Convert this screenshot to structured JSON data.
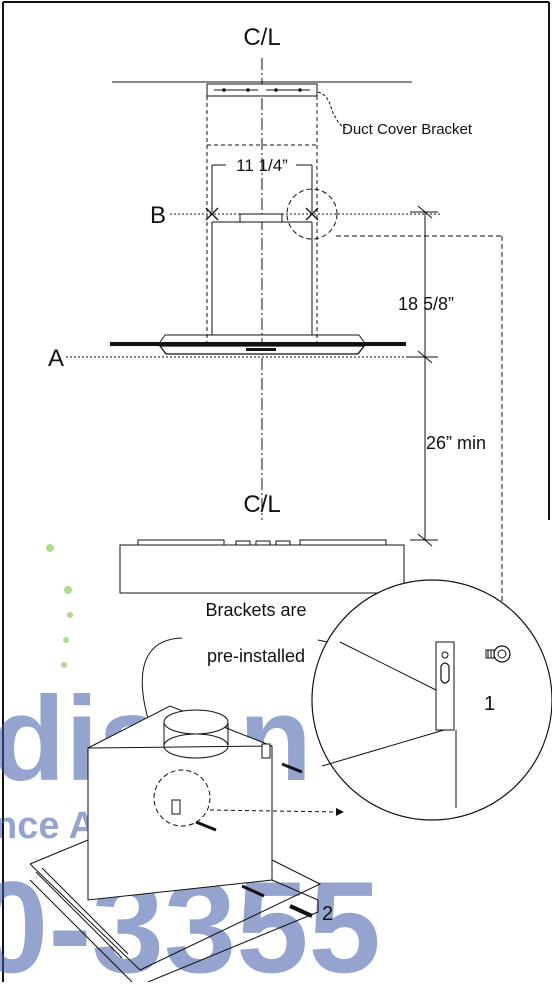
{
  "labels": {
    "centerline_top": "C/L",
    "centerline_bottom": "C/L",
    "duct_cover_bracket": "Duct Cover Bracket",
    "width_dim": "11 1/4”",
    "point_b": "B",
    "point_a": "A",
    "height_dim": "18 5/8”",
    "min_dim": "26” min",
    "brackets_line1": "Brackets are",
    "brackets_line2": "pre-installed",
    "step_1": "1",
    "step_2": "2"
  },
  "watermark": {
    "line1": "dison",
    "line2": "nce Authority™",
    "line3": "0-3355",
    "color": "#3d5aa8",
    "dot_color": "#7cc242"
  },
  "colors": {
    "line": "#111111",
    "background": "#ffffff"
  }
}
